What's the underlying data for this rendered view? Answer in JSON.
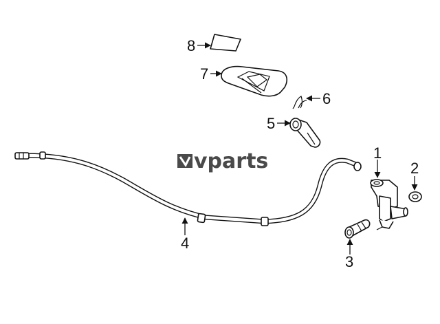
{
  "diagram": {
    "watermark": "vparts",
    "callouts": [
      {
        "id": "1",
        "label": "1"
      },
      {
        "id": "2",
        "label": "2"
      },
      {
        "id": "3",
        "label": "3"
      },
      {
        "id": "4",
        "label": "4"
      },
      {
        "id": "5",
        "label": "5"
      },
      {
        "id": "6",
        "label": "6"
      },
      {
        "id": "7",
        "label": "7"
      },
      {
        "id": "8",
        "label": "8"
      }
    ]
  }
}
